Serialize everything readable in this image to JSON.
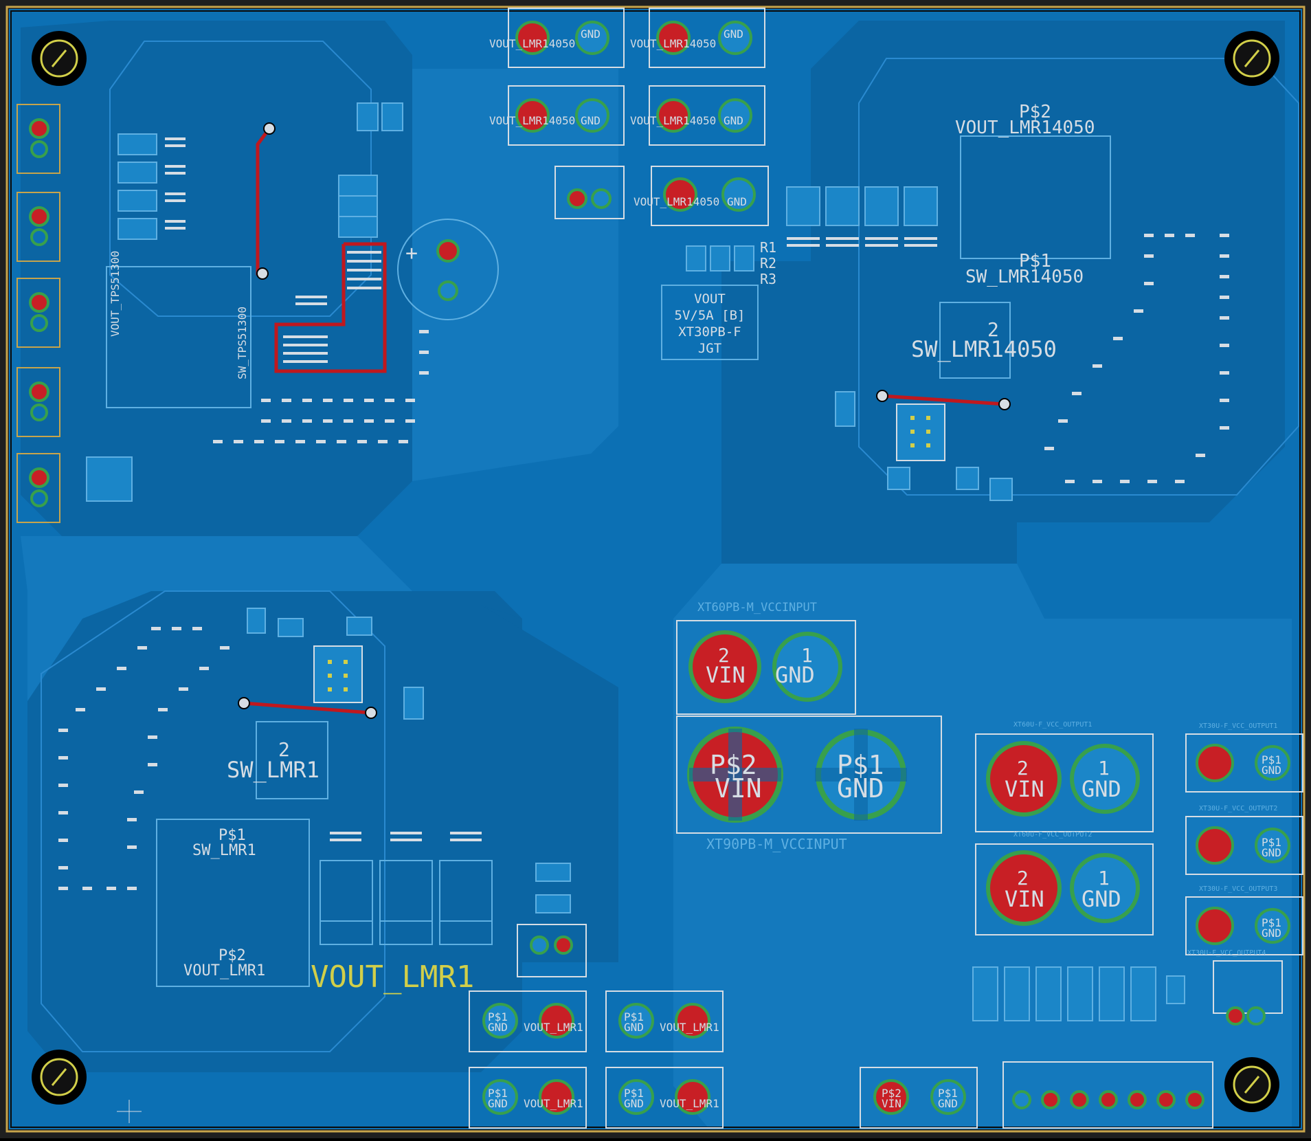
{
  "app": {
    "title": "PCB Layout Viewer"
  },
  "colors": {
    "background": "#1f1f1f",
    "board_fill": "#0c70b4",
    "copper_pour": "#0b65a3",
    "copper_light": "#1b86c8",
    "silkscreen": "#d6dde4",
    "top_trace": "#c0181e",
    "pad_red": "#c81f25",
    "pad_green": "#38a04c",
    "board_outline": "#c7a44b",
    "highlight_text": "#d2cf49"
  },
  "icons": {
    "mounting_hole": "circle-slash-icon",
    "crosshair": "plus-icon"
  },
  "labels": {
    "vout_lmr14050_a": "VOUT_LMR14050",
    "vout_lmr14050_b": "VOUT_LMR14050",
    "vout_lmr14050_c": "VOUT_LMR14050",
    "vout_lmr14050_d": "VOUT_LMR14050",
    "vout_lmr14050_e": "VOUT_LMR14050",
    "gnd": "GND",
    "ps1": "P$1",
    "ps2": "P$2",
    "ps2_vout_lmr14050": "VOUT_LMR14050",
    "ps1_sw_lmr14050": "SW_LMR14050",
    "two_sw_lmr14050": "SW_LMR14050",
    "num2": "2",
    "vout_box": [
      "VOUT",
      "5V/5A [B]",
      "XT30PB-F",
      "JGT"
    ],
    "r1": "R1",
    "r2": "R2",
    "r3": "R3",
    "vout_tps51300": "VOUT_TPS51300",
    "sw_tps51300": "SW_TPS51300",
    "xt60_input": "XT60PB-M_VCCINPUT",
    "xt90_input": "XT90PB-M_VCCINPUT",
    "vin": "VIN",
    "num1": "1",
    "sw_lmr1_2": "SW_LMR1",
    "ps1_sw_lmr1": "SW_LMR1",
    "ps2_vout_lmr1": "VOUT_LMR1",
    "vout_lmr1_big": "VOUT_LMR1",
    "vout_lmr1": "VOUT_LMR1",
    "xt60_out1": "XT60U-F_VCC_OUTPUT1",
    "xt60_out2": "XT60U-F_VCC_OUTPUT2",
    "xt30_out1": "XT30U-F_VCC_OUTPUT1",
    "xt30_out2": "XT30U-F_VCC_OUTPUT2",
    "xt30_out3": "XT30U-F_VCC_OUTPUT3",
    "xt30_out4": "XT30U-F_VCC_OUTPUT4"
  }
}
